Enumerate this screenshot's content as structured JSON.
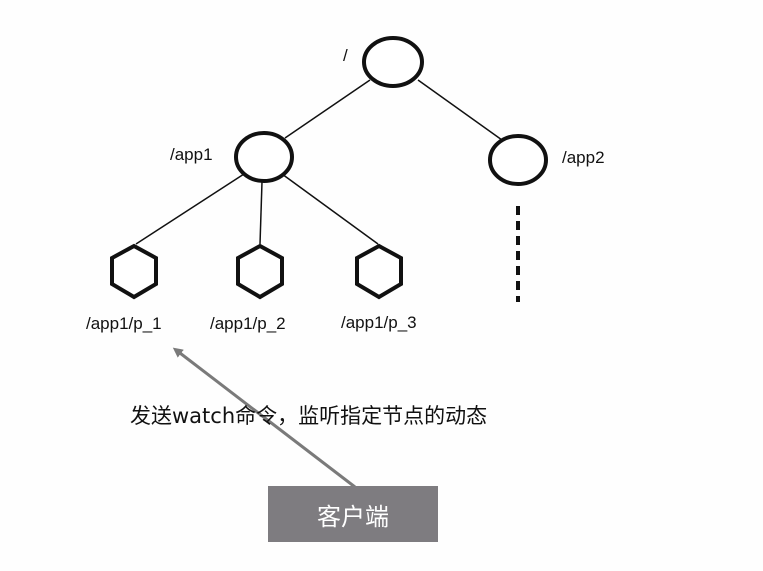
{
  "nodes": {
    "root": "/",
    "app1": "/app1",
    "app2": "/app2",
    "p1": "/app1/p_1",
    "p2": "/app1/p_2",
    "p3": "/app1/p_3"
  },
  "caption": "发送watch命令，监听指定节点的动态",
  "client": "客户端",
  "colors": {
    "client_bg": "#7e7c80",
    "arrow": "#7a7a7a",
    "node_stroke": "#111111"
  }
}
